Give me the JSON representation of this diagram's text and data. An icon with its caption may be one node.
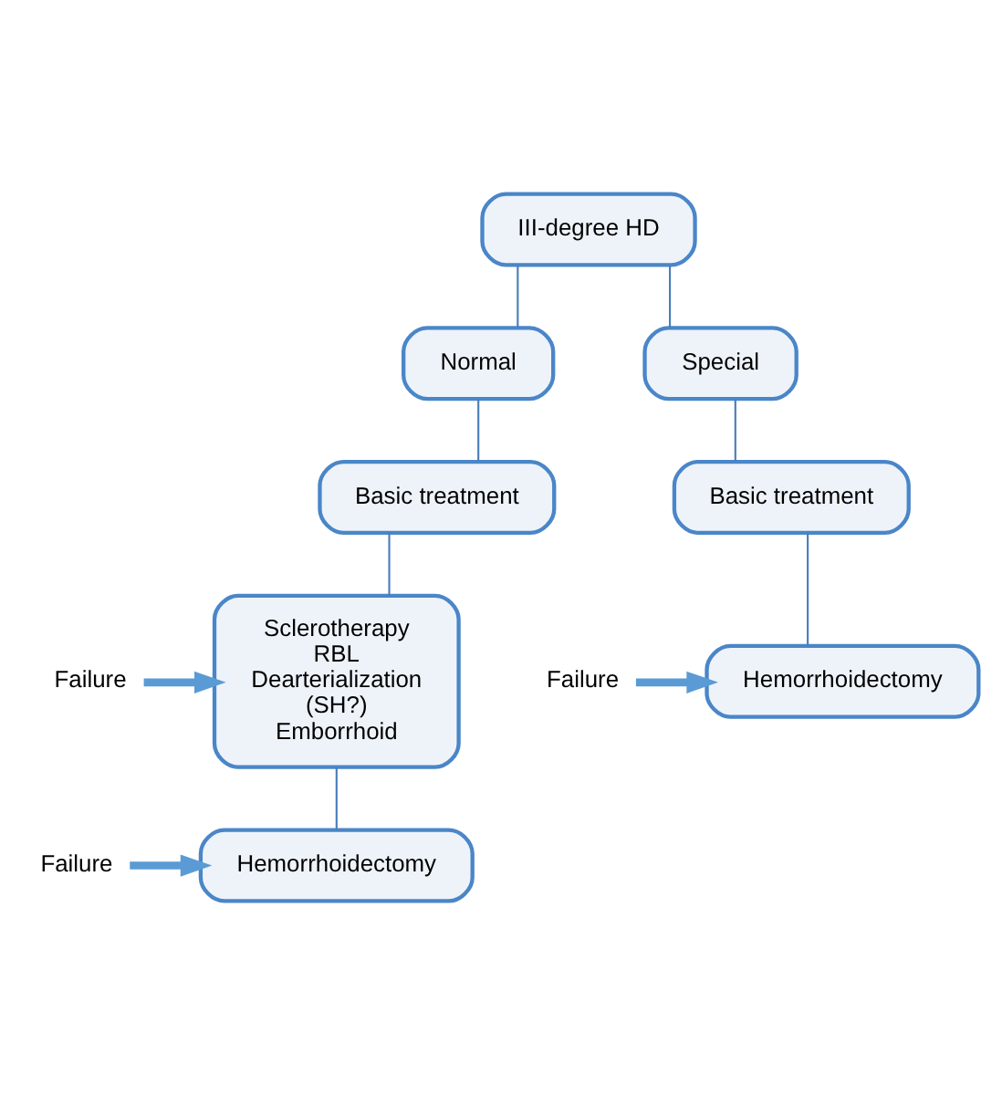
{
  "diagram": {
    "nodes": [
      {
        "text": [
          "III-degree HD"
        ]
      },
      {
        "text": [
          "Normal"
        ]
      },
      {
        "text": [
          "Special"
        ]
      },
      {
        "text": [
          "Basic treatment"
        ]
      },
      {
        "text": [
          "Basic treatment"
        ]
      },
      {
        "text": [
          "Failure"
        ]
      },
      {
        "text": [
          "Failure"
        ]
      },
      {
        "text": [
          "Sclerotherapy",
          "RBL",
          "Dearterialization",
          "(SH?)",
          "Emborrhoid"
        ]
      },
      {
        "text": [
          "Hemorrhoidectomy"
        ]
      },
      {
        "text": [
          "Failure"
        ]
      },
      {
        "text": [
          "Hemorrhoidectomy"
        ]
      }
    ],
    "edges": [
      {
        "from": 0,
        "to": 1,
        "arrow": "none"
      },
      {
        "from": 0,
        "to": 2,
        "arrow": "none"
      },
      {
        "from": 1,
        "to": 3,
        "arrow": "none"
      },
      {
        "from": 2,
        "to": 4,
        "arrow": "none"
      },
      {
        "from": 3,
        "to": 7,
        "arrow": "none"
      },
      {
        "from": 4,
        "to": 8,
        "arrow": "none"
      },
      {
        "from": 7,
        "to": 10,
        "arrow": "none"
      },
      {
        "from": 5,
        "to": 7,
        "arrow": "to",
        "style": "thick",
        "color": "#5b9bd5"
      },
      {
        "from": 6,
        "to": 8,
        "arrow": "to",
        "style": "thick",
        "color": "#5b9bd5"
      },
      {
        "from": 9,
        "to": 10,
        "arrow": "to",
        "style": "thick",
        "color": "#5b9bd5"
      }
    ]
  }
}
